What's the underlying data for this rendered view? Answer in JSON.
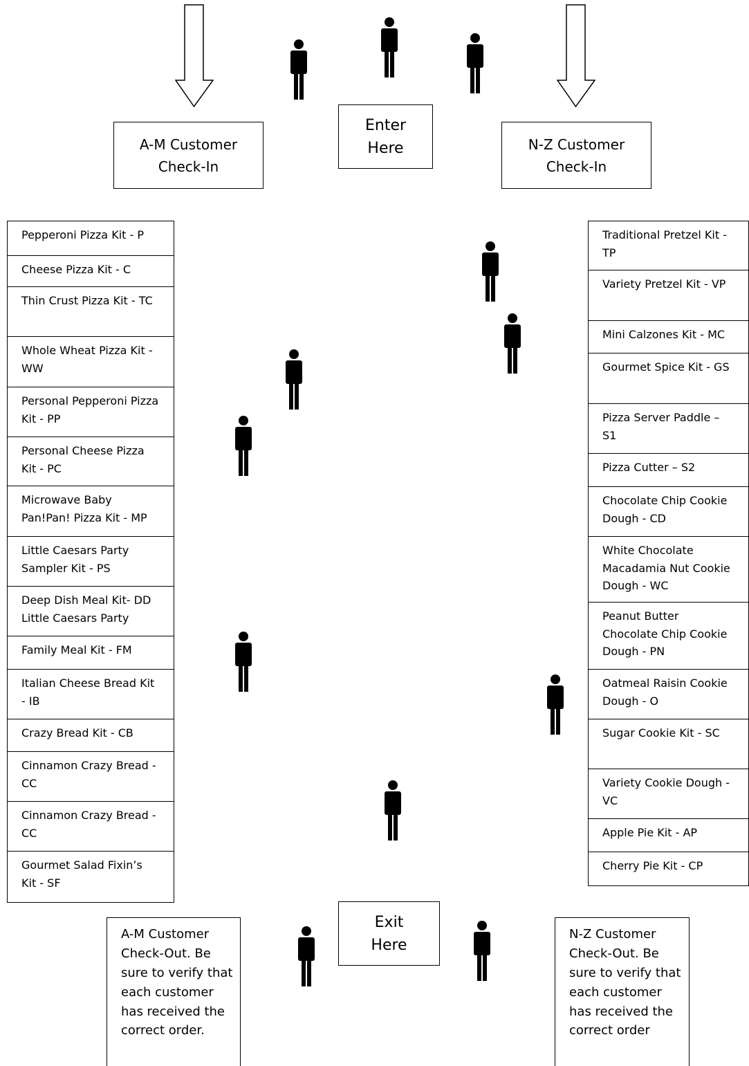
{
  "top": {
    "enter_label": "Enter\nHere",
    "am_checkin": "A-M Customer\nCheck-In",
    "nz_checkin": "N-Z Customer\nCheck-In"
  },
  "left_list": [
    "Pepperoni Pizza Kit - P",
    "Cheese Pizza Kit - C",
    "Thin Crust Pizza Kit - TC",
    "Whole Wheat Pizza Kit - WW",
    "Personal Pepperoni Pizza Kit - PP",
    "Personal Cheese Pizza Kit - PC",
    "Microwave Baby Pan!Pan! Pizza Kit - MP",
    "Little Caesars Party Sampler Kit - PS",
    "Deep Dish Meal Kit- DD Little Caesars Party",
    "Family Meal Kit - FM",
    "Italian Cheese Bread Kit - IB",
    "Crazy Bread Kit  - CB",
    "Cinnamon Crazy Bread - CC",
    "Cinnamon Crazy Bread - CC",
    "Gourmet Salad Fixin’s Kit - SF"
  ],
  "right_list": [
    "Traditional Pretzel Kit - TP",
    "Variety Pretzel Kit - VP",
    "Mini Calzones Kit - MC",
    "Gourmet Spice Kit - GS",
    "Pizza Server Paddle – S1",
    "Pizza Cutter – S2",
    "Chocolate Chip Cookie Dough - CD",
    "White Chocolate Macadamia Nut Cookie Dough - WC",
    "Peanut Butter Chocolate Chip Cookie Dough - PN",
    "Oatmeal Raisin Cookie Dough - O",
    "Sugar Cookie Kit - SC",
    "Variety Cookie Dough - VC",
    "Apple Pie Kit - AP",
    "Cherry Pie Kit - CP"
  ],
  "bottom": {
    "exit_label": "Exit\nHere",
    "am_checkout": "A-M Customer Check-Out.  Be sure to verify that each customer has received the correct order.",
    "nz_checkout": "N-Z Customer Check-Out.  Be sure to verify that each customer has received the correct order"
  }
}
